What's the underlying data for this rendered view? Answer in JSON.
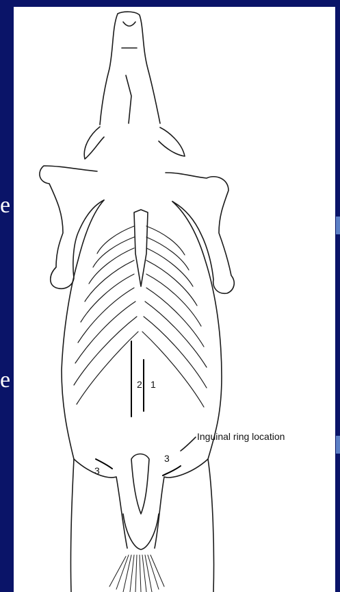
{
  "slide": {
    "left_fragments": [
      "e",
      "e"
    ],
    "colors": {
      "background": "#0a1468",
      "accent": "#5d80c6",
      "panel": "#ffffff"
    }
  },
  "diagram": {
    "callout": "Inguinal ring location",
    "incisions": [
      {
        "label": "1"
      },
      {
        "label": "2"
      },
      {
        "label": "3"
      },
      {
        "label": "3"
      }
    ]
  }
}
